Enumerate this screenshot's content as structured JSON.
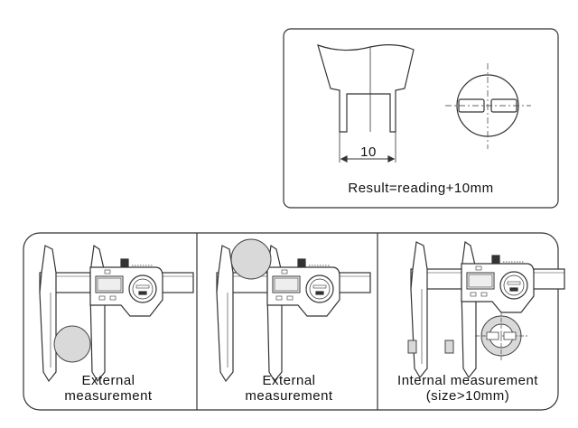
{
  "top_figure": {
    "dimension_label": "10",
    "result_text": "Result=reading+10mm"
  },
  "panels": [
    {
      "line1": "External",
      "line2": "measurement"
    },
    {
      "line1": "External",
      "line2": "measurement"
    },
    {
      "line1": "Internal measurement",
      "line2": "(size>10mm)"
    }
  ],
  "colors": {
    "object_fill": "#d9d9d9",
    "stroke": "#333333"
  }
}
